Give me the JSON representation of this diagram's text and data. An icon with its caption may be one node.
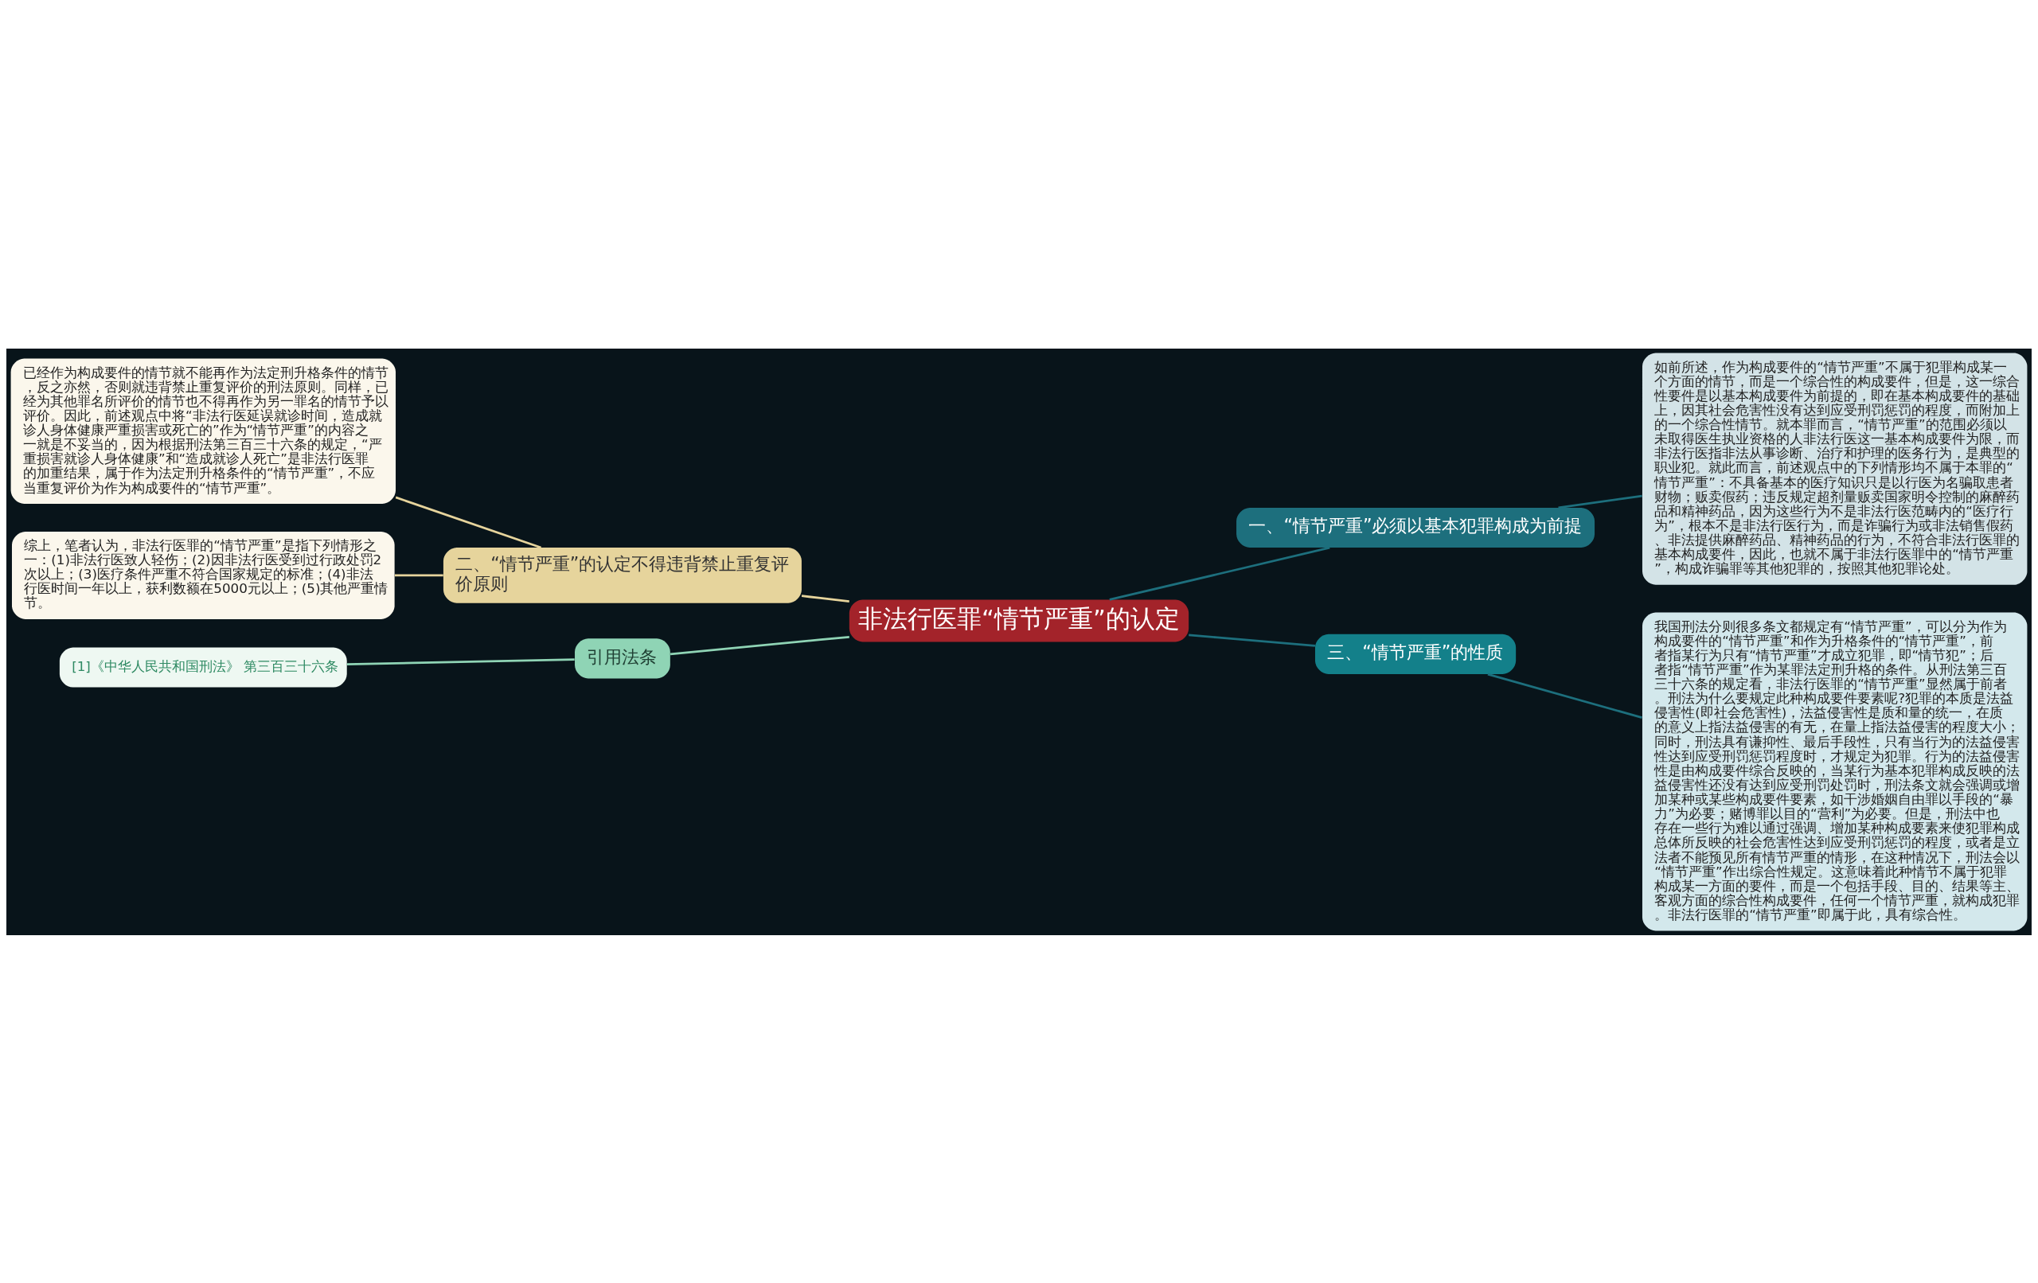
{
  "diagram": {
    "nodes": [
      {
        "text": [
          "非法行医罪“情节严重”的认定"
        ]
      },
      {
        "text": [
          "一、“情节严重”必须以基本犯罪构成为前提"
        ]
      },
      {
        "text": [
          "如前所述，作为构成要件的“情节严重”不属于犯罪构成某一个方面的情节，而是一个综合性的构成要件，但是，这一综合性要件是以基本构成要件为前提的，即在基本构成要件的基础上，因其社会危害性没有达到应受刑罚惩罚的程度，而附加上的一个综合性情节。就本罪而言，“情节严重”的范围必须以未取得医生执业资格的人非法行医这一基本构成要件为限，而非法行医指非法从事诊断、治疗和护理的医务行为，是典型的职业犯。就此而言，前述观点中的下列情形均不属于本罪的“情节严重”：不具备基本的医疗知识只是以行医为名骗取患者财物；贩卖假药；违反规定超剂量贩卖国家明令控制的麻醉药品和精神药品，因为这些行为不是非法行医范畴内的“医疗行为”，根本不是非法行医行为，而是诈骗行为或非法销售假药、非法提供麻醉药品、精神药品的行为，不符合非法行医罪的基本构成要件，因此，也就不属于非法行医罪中的“情节严重”，构成诈骗罪等其他犯罪的，按照其他犯罪论处。"
        ]
      },
      {
        "text": [
          "三、“情节严重”的性质"
        ]
      },
      {
        "text": [
          "我国刑法分则很多条文都规定有“情节严重”，可以分为作为构成要件的“情节严重”和作为升格条件的“情节严重”，前者指某行为只有“情节严重”才成立犯罪，即“情节犯”；后者指“情节严重”作为某罪法定刑升格的条件。从刑法第三百三十六条的规定看，非法行医罪的“情节严重”显然属于前者。刑法为什么要规定此种构成要件要素呢?犯罪的本质是法益侵害性(即社会危害性)，法益侵害性是质和量的统一，在质的意义上指法益侵害的有无，在量上指法益侵害的程度大小；同时，刑法具有谦抑性、最后手段性，只有当行为的法益侵害性达到应受刑罚惩罚程度时，才规定为犯罪。行为的法益侵害性是由构成要件综合反映的，当某行为基本犯罪构成反映的法益侵害性还没有达到应受刑罚处罚时，刑法条文就会强调或增加某种或某些构成要件要素，如干涉婚姻自由罪以手段的“暴力”为必要；赌博罪以目的“营利”为必要。但是，刑法中也存在一些行为难以通过强调、增加某种构成要素来使犯罪构成总体所反映的社会危害性达到应受刑罚惩罚的程度，或者是立法者不能预见所有情节严重的情形，在这种情况下，刑法会以“情节严重”作出综合性规定。这意味着此种情节不属于犯罪构成某一方面的要件，而是一个包括手段、目的、结果等主、客观方面的综合性构成要件，任何一个情节严重，就构成犯罪。非法行医罪的“情节严重”即属于此，具有综合性。"
        ]
      },
      {
        "text": [
          "二、“情节严重”的认定不得违背禁止重复评价原则"
        ]
      },
      {
        "text": [
          "已经作为构成要件的情节就不能再作为法定刑升格条件的情节，反之亦然，否则就违背禁止重复评价的刑法原则。同样，已经为其他罪名所评价的情节也不得再作为另一罪名的情节予以评价。因此，前述观点中将“非法行医延误就诊时间，造成就诊人身体健康严重损害或死亡的”作为“情节严重”的内容之一就是不妥当的，因为根据刑法第三百三十六条的规定，“严重损害就诊人身体健康”和“造成就诊人死亡”是非法行医罪的加重结果，属于作为法定刑升格条件的“情节严重”，不应当重复评价为作为构成要件的“情节严重”。"
        ]
      },
      {
        "text": [
          "综上，笔者认为，非法行医罪的“情节严重”是指下列情形之一：(1)非法行医致人轻伤；(2)因非法行医受到过行政处罚2次以上；(3)医疗条件严重不符合国家规定的标准；(4)非法行医时间一年以上，获利数额在5000元以上；(5)其他严重情节。"
        ]
      },
      {
        "text": [
          "引用法条"
        ]
      },
      {
        "text": [
          "[1]《中华人民共和国刑法》 第三百三十六条"
        ]
      }
    ],
    "edges": [
      {
        "from": 0,
        "to": 1,
        "arrow": "none",
        "color": "#1d6f7d"
      },
      {
        "from": 1,
        "to": 2,
        "arrow": "none",
        "color": "#1d6f7d"
      },
      {
        "from": 0,
        "to": 3,
        "arrow": "none",
        "color": "#1d6f7d"
      },
      {
        "from": 3,
        "to": 4,
        "arrow": "none",
        "color": "#1d6f7d"
      },
      {
        "from": 0,
        "to": 5,
        "arrow": "none",
        "color": "#e6d49c"
      },
      {
        "from": 5,
        "to": 6,
        "arrow": "none",
        "color": "#e6d49c"
      },
      {
        "from": 5,
        "to": 7,
        "arrow": "none",
        "color": "#e6d49c"
      },
      {
        "from": 0,
        "to": 8,
        "arrow": "none",
        "color": "#8fd4b5"
      },
      {
        "from": 8,
        "to": 9,
        "arrow": "none",
        "color": "#8fd4b5"
      }
    ]
  }
}
